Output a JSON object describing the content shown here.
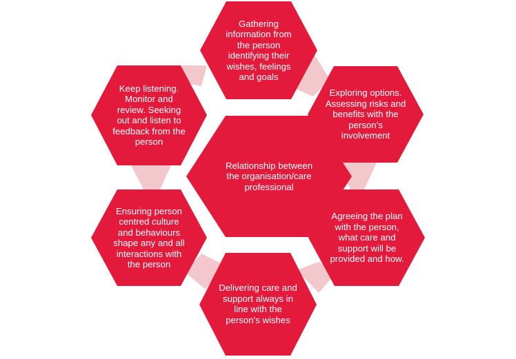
{
  "colors": {
    "hexagon_fill": "#e31a3c",
    "connector_fill": "#f2c8cd",
    "text": "#ffffff",
    "background": "#ffffff"
  },
  "center": {
    "text": "Relationship between\nthe organisation/care\nprofessional"
  },
  "steps": [
    {
      "text": "Gathering\ninformation from\nthe person\nidentifying their\nwishes, feelings\nand goals"
    },
    {
      "text": "Exploring options.\nAssessing risks and\nbenefits with the\nperson’s\ninvolvement"
    },
    {
      "text": "Agreeing the plan\nwith the person,\nwhat care and\nsupport will be\nprovided and how."
    },
    {
      "text": "Delivering care and\nsupport always in\nline with the\nperson’s wishes"
    },
    {
      "text": "Ensuring person\ncentred culture\nand behaviours\nshape any and all\ninteractions with\nthe person"
    },
    {
      "text": "Keep listening.\nMonitor and\nreview. Seeking\nout and listen to\nfeedback from the\nperson"
    }
  ]
}
